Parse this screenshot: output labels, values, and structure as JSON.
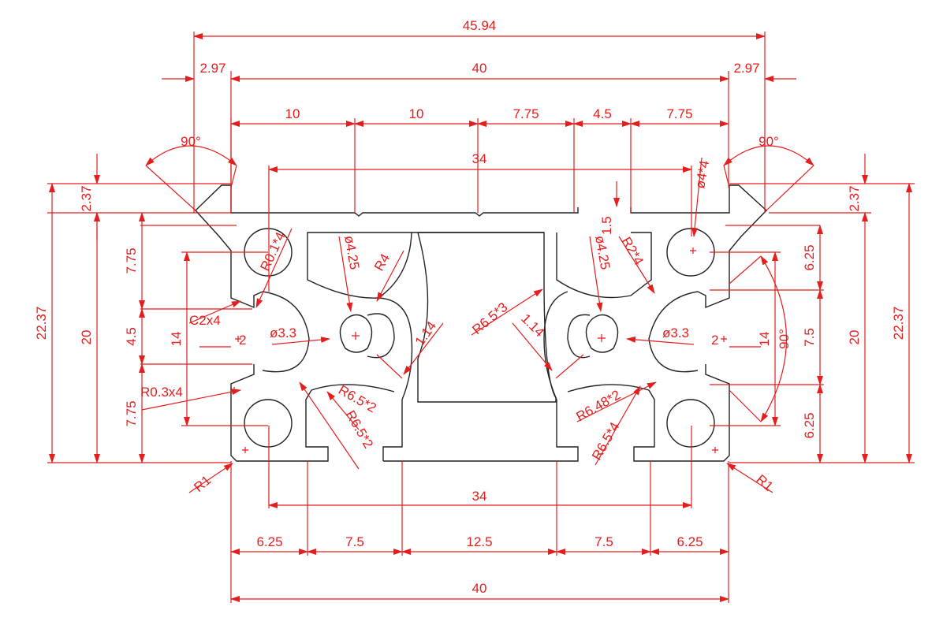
{
  "drawing": {
    "colors": {
      "dimension": "#e41d1d",
      "profile": "#222222",
      "background": "#ffffff"
    },
    "top": {
      "overall": "45.94",
      "width": "40",
      "overhang_left": "2.97",
      "overhang_right": "2.97",
      "seg_1": "10",
      "seg_2": "10",
      "seg_3": "7.75",
      "seg_4": "4.5",
      "seg_5": "7.75",
      "hole_spacing": "34",
      "angle_left": "90°",
      "angle_right": "90°"
    },
    "left": {
      "total_height": "22.37",
      "height": "20",
      "lip": "2.37",
      "slot_upper": "7.75",
      "slot_mid": "4.5",
      "slot_lower": "7.75",
      "slot_width": "14"
    },
    "right": {
      "total_height": "22.37",
      "height": "20",
      "lip": "2.37",
      "upper": "6.25",
      "mid": "7.5",
      "lower": "6.25",
      "slot_width": "14",
      "angle": "90°"
    },
    "bottom": {
      "seg_1": "6.25",
      "seg_2": "7.5",
      "seg_3": "12.5",
      "seg_4": "7.5",
      "seg_5": "6.25",
      "hole_spacing": "34",
      "width": "40"
    },
    "callouts": {
      "r01": "R0.1*4",
      "c2": "C2x4",
      "r03": "R0.3x4",
      "r1_left": "R1",
      "r1_right": "R1",
      "d33_left": "ø3.3",
      "d33_right": "ø3.3",
      "two_left": "2",
      "two_right": "2",
      "d425_left": "ø4.25",
      "d425_right": "ø4.25",
      "r4": "R4",
      "d44": "ø4*4",
      "r2": "R2*4",
      "one5": "1.5",
      "r65x3": "R6.5*3",
      "t114_left": "1.14",
      "t114_right": "1.14",
      "r65x2a": "R6.5*2",
      "r65x2b": "R6.5*2",
      "r648": "R6.48*2",
      "r65x4": "R6.5*4"
    }
  }
}
